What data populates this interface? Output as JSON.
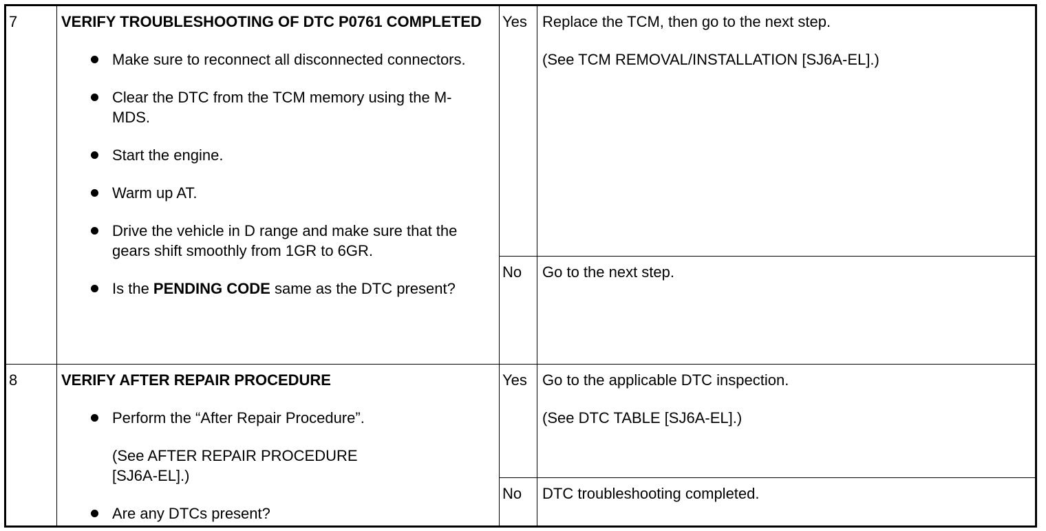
{
  "steps": [
    {
      "number": "7",
      "title": "VERIFY TROUBLESHOOTING OF DTC P0761 COMPLETED",
      "bullets": [
        "Make sure to reconnect all disconnected connectors.",
        "Clear the DTC from the TCM memory using the M-MDS.",
        "Start the engine.",
        "Warm up AT.",
        "Drive the vehicle in D range and make sure that the gears shift smoothly from 1GR to 6GR."
      ],
      "last_bullet": {
        "prefix": "Is the ",
        "bold": "PENDING CODE",
        "suffix": " same as the DTC present?"
      },
      "yes_label": "Yes",
      "yes_action": "Replace the TCM, then go to the next step.",
      "yes_reference": "(See TCM REMOVAL/INSTALLATION [SJ6A-EL].)",
      "no_label": "No",
      "no_action": "Go to the next step."
    },
    {
      "number": "8",
      "title": "VERIFY AFTER REPAIR PROCEDURE",
      "bullet_1": "Perform the “After Repair Procedure”.",
      "bullet_1_note": "(See AFTER REPAIR PROCEDURE [SJ6A-EL].)",
      "bullet_2": "Are any DTCs present?",
      "yes_label": "Yes",
      "yes_action": "Go to the applicable DTC inspection.",
      "yes_reference": "(See DTC TABLE [SJ6A-EL].)",
      "no_label": "No",
      "no_action": "DTC troubleshooting completed."
    }
  ]
}
